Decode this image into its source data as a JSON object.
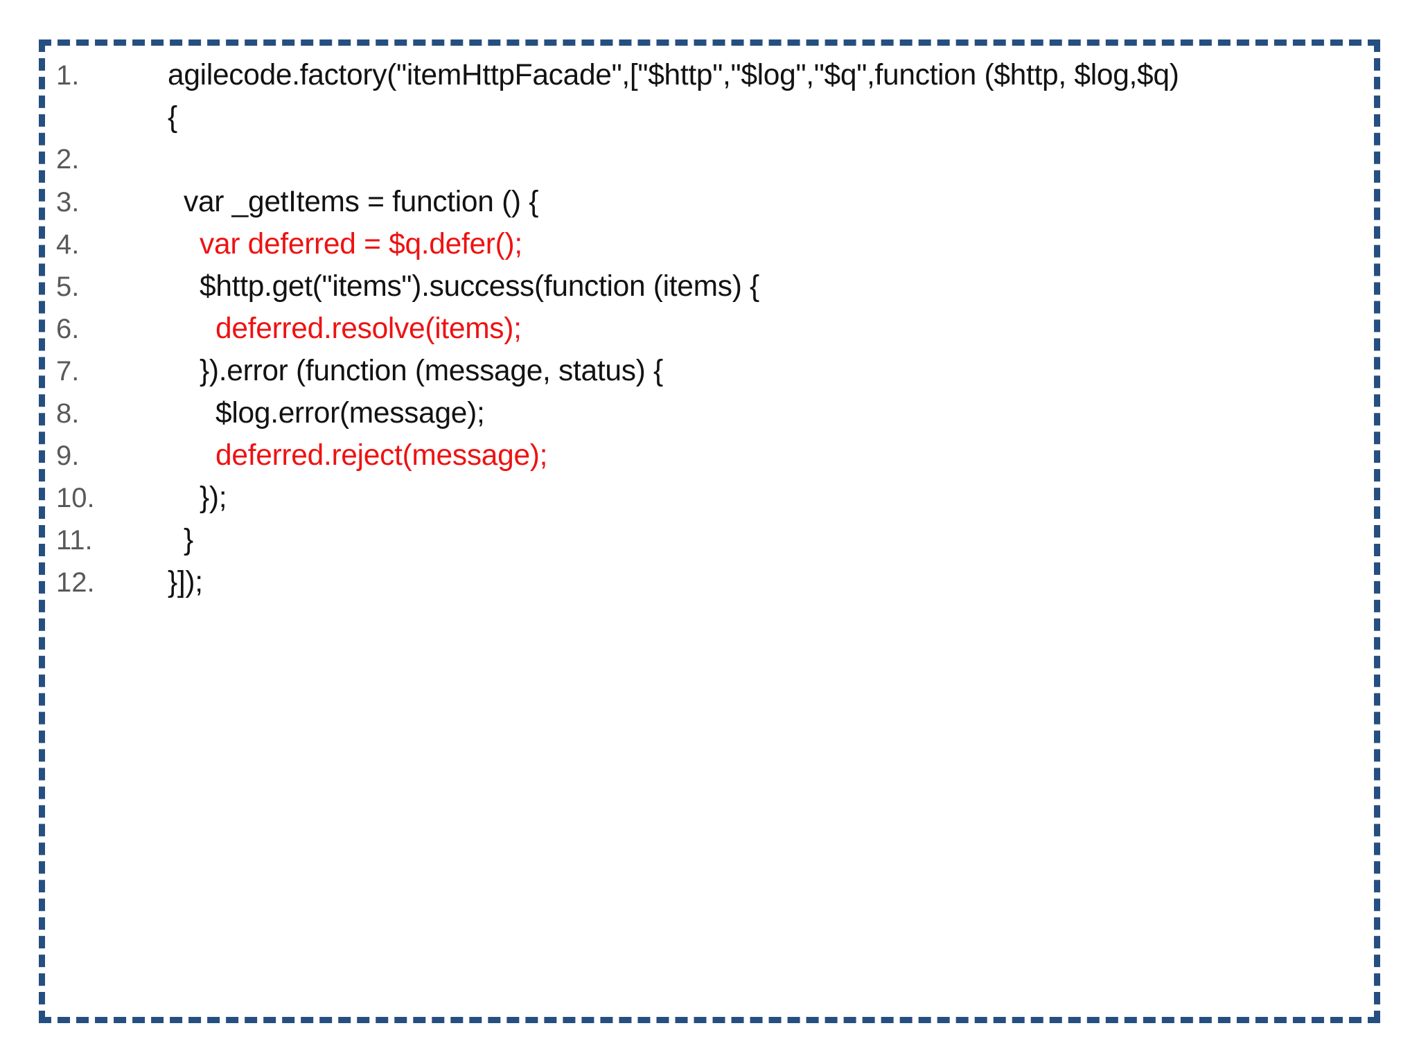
{
  "colors": {
    "border_blue": "#254f80",
    "code_black": "#121212",
    "code_red": "#ee1212",
    "line_number_gray": "#595959",
    "background": "#ffffff"
  },
  "code": {
    "language_hint": "javascript-angularjs",
    "lines": [
      {
        "num": "1.",
        "text": "agilecode.factory(\"itemHttpFacade\",[\"$http\",\"$log\",\"$q\",function ($http, $log,$q)",
        "color": "black"
      },
      {
        "num": "",
        "text": "{",
        "color": "black"
      },
      {
        "num": "2.",
        "text": "",
        "color": "black"
      },
      {
        "num": "3.",
        "text": "  var _getItems = function () {",
        "color": "black"
      },
      {
        "num": "4.",
        "text": "    var deferred = $q.defer();",
        "color": "red"
      },
      {
        "num": "5.",
        "text": "    $http.get(\"items\").success(function (items) {",
        "color": "black"
      },
      {
        "num": "6.",
        "text": "      deferred.resolve(items);",
        "color": "red"
      },
      {
        "num": "7.",
        "text": "    }).error (function (message, status) {",
        "color": "black"
      },
      {
        "num": "8.",
        "text": "      $log.error(message);",
        "color": "black"
      },
      {
        "num": "9.",
        "text": "      deferred.reject(message);",
        "color": "red"
      },
      {
        "num": "10.",
        "text": "    });",
        "color": "black"
      },
      {
        "num": "11.",
        "text": "  }",
        "color": "black"
      },
      {
        "num": "12.",
        "text": "}]);",
        "color": "black"
      }
    ]
  }
}
